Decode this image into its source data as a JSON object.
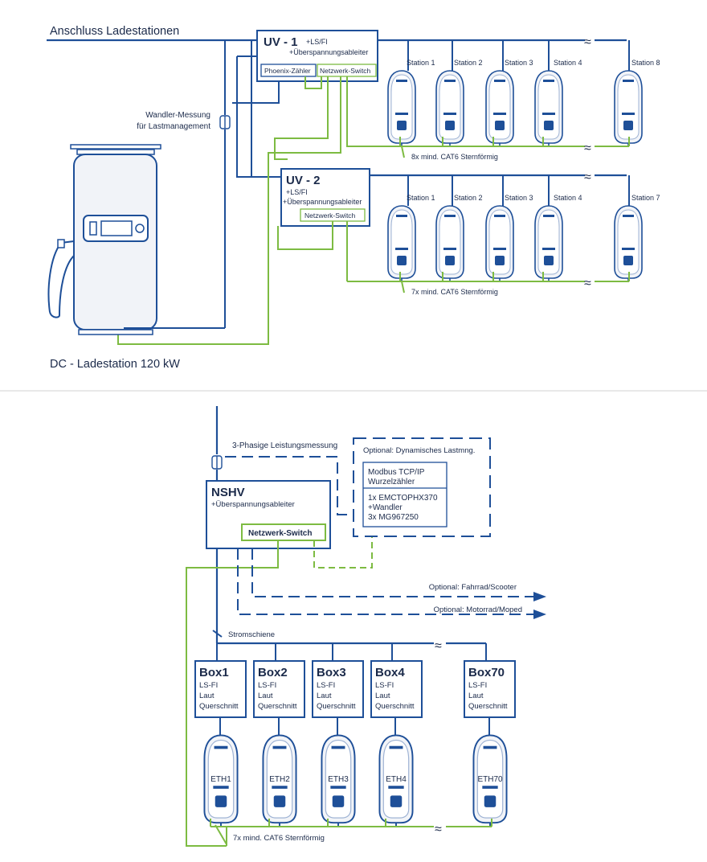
{
  "colors": {
    "blue": "#1e4f98",
    "green": "#7dbb42",
    "text": "#1b2a4a",
    "divider": "#e2e2e2"
  },
  "top": {
    "incoming_label": "Anschluss Ladestationen",
    "wandler_label_1": "Wandler-Messung",
    "wandler_label_2": "für Lastmanagement",
    "dc_station_label": "DC - Ladestation 120 kW",
    "uv1": {
      "title": "UV - 1",
      "line1": "+LS/FI",
      "line2": "+Überspannungsableiter",
      "meter": "Phoenix-Zähler",
      "switch": "Netzwerk-Switch",
      "stations": [
        "Station 1",
        "Station 2",
        "Station 3",
        "Station 4",
        "Station 8"
      ],
      "cable_label": "8x mind. CAT6 Sternförmig"
    },
    "uv2": {
      "title": "UV - 2",
      "line1": "+LS/FI",
      "line2": "+Überspannungsableiter",
      "switch": "Netzwerk-Switch",
      "stations": [
        "Station 1",
        "Station 2",
        "Station 3",
        "Station 4",
        "Station 7"
      ],
      "cable_label": "7x mind. CAT6 Sternförmig"
    }
  },
  "bottom": {
    "measurement_label": "3-Phasige Leistungsmessung",
    "nshv": {
      "title": "NSHV",
      "line1": "+Überspannungsableiter",
      "switch": "Netzwerk-Switch"
    },
    "optional_dlm": {
      "title": "Optional: Dynamisches Lastmng.",
      "line1": "Modbus TCP/IP",
      "line2": "Wurzelzähler",
      "line3": "1x EMCTOPHX370",
      "line4": "+Wandler",
      "line5": "3x MG967250"
    },
    "optional_bike": "Optional: Fahrrad/Scooter",
    "optional_moto": "Optional: Motorrad/Moped",
    "busbar_label": "Stromschiene",
    "boxes": [
      {
        "title": "Box1",
        "l1": "LS-FI",
        "l2": "Laut",
        "l3": "Querschnitt",
        "eth": "ETH1"
      },
      {
        "title": "Box2",
        "l1": "LS-FI",
        "l2": "Laut",
        "l3": "Querschnitt",
        "eth": "ETH2"
      },
      {
        "title": "Box3",
        "l1": "LS-FI",
        "l2": "Laut",
        "l3": "Querschnitt",
        "eth": "ETH3"
      },
      {
        "title": "Box4",
        "l1": "LS-FI",
        "l2": "Laut",
        "l3": "Querschnitt",
        "eth": "ETH4"
      },
      {
        "title": "Box70",
        "l1": "LS-FI",
        "l2": "Laut",
        "l3": "Querschnitt",
        "eth": "ETH70"
      }
    ],
    "cable_label": "7x mind. CAT6 Sternförmig"
  }
}
